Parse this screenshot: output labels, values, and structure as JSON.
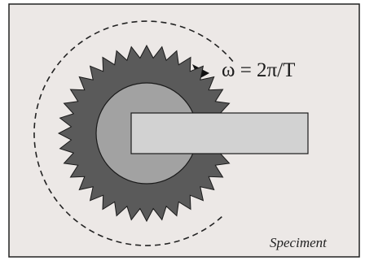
{
  "figure": {
    "formula": "ω = 2π/T",
    "caption": "Speciment"
  },
  "colors": {
    "background": "#ece8e6",
    "frame": "#222222",
    "gear": "#5a5a5a",
    "hub": "#a2a2a2",
    "specimen_bar": "#d2d2d2",
    "outline": "#1a1a1a",
    "dashed_path": "#222222"
  },
  "gear": {
    "tooth_count": 36
  },
  "icons": {
    "rotation_arrow": "arrowhead-icon"
  }
}
